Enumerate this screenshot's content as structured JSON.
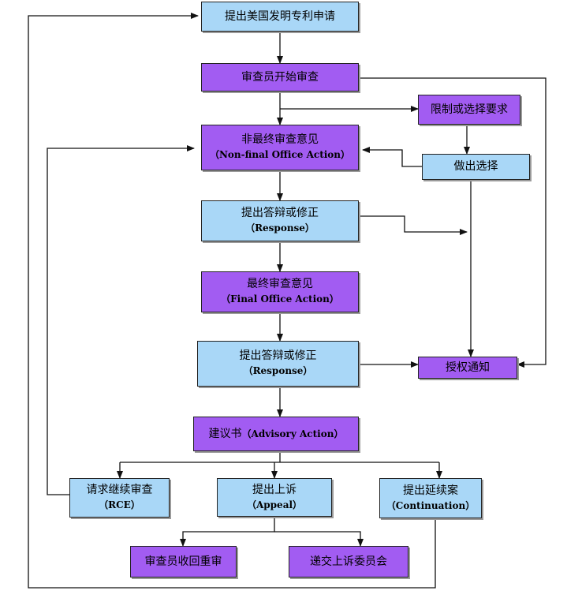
{
  "nodes": {
    "apply": {
      "label": "提出美国发明专利申请"
    },
    "start_exam": {
      "label": "审查员开始审查"
    },
    "restriction": {
      "label": "限制或选择要求"
    },
    "election": {
      "label": "做出选择"
    },
    "nonfinal": {
      "label": "非最终审查意见",
      "sub": "（Non-final Office Action）"
    },
    "response1": {
      "label": "提出答辩或修正",
      "sub": "（Response）"
    },
    "final": {
      "label": "最终审查意见",
      "sub": "（Final Office Action）"
    },
    "response2": {
      "label": "提出答辩或修正",
      "sub": "（Response）"
    },
    "allowance": {
      "label": "授权通知"
    },
    "advisory": {
      "label": "建议书",
      "sub": "（Advisory Action）"
    },
    "rce": {
      "label": "请求继续审查",
      "sub": "（RCE）"
    },
    "appeal": {
      "label": "提出上诉",
      "sub": "（Appeal）"
    },
    "continuation": {
      "label": "提出延续案",
      "sub": "（Continuation）"
    },
    "withdraw": {
      "label": "审查员收回重审"
    },
    "board": {
      "label": "递交上诉委员会"
    }
  }
}
